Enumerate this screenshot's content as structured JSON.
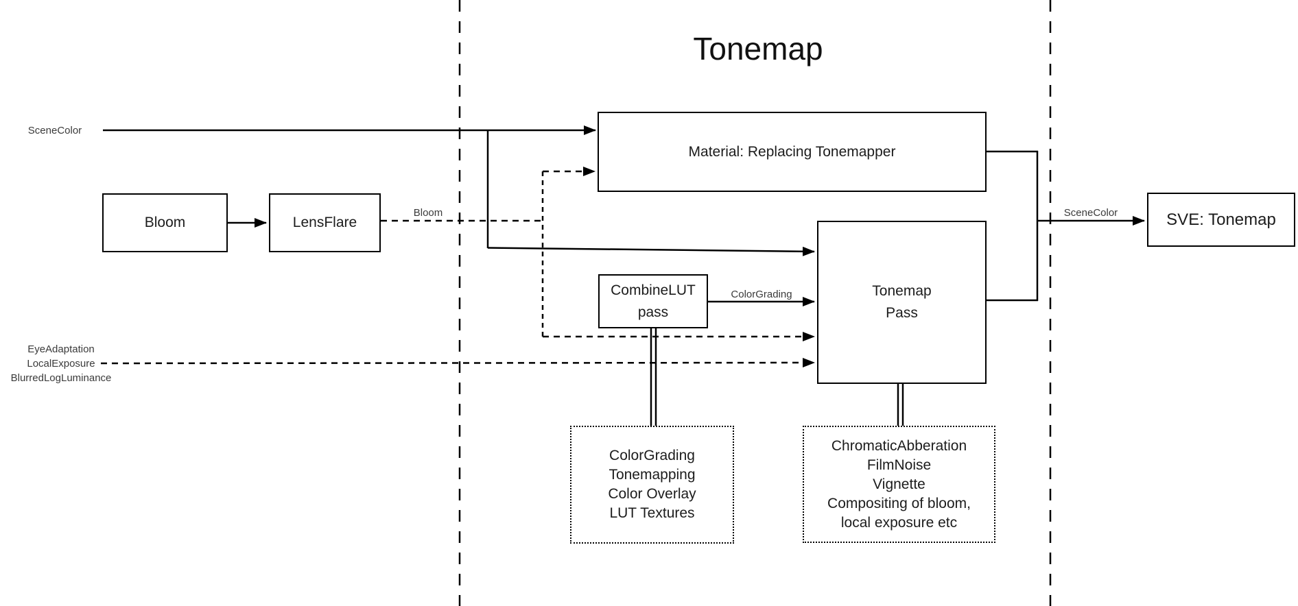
{
  "diagram": {
    "title": "Tonemap",
    "colors": {
      "line": "#000000",
      "background": "#ffffff",
      "text": "#1c1c1c"
    },
    "edge_labels": {
      "scene_color_in": "SceneColor",
      "bloom": "Bloom",
      "color_grading": "ColorGrading",
      "scene_color_out": "SceneColor",
      "eye_adaptation": "EyeAdaptation",
      "local_exposure": "LocalExposure",
      "blurred_log_luminance": "BlurredLogLuminance"
    },
    "nodes": {
      "bloom": {
        "label": "Bloom"
      },
      "lens_flare": {
        "label": "LensFlare"
      },
      "material": {
        "label": "Material: Replacing Tonemapper"
      },
      "combine_lut": {
        "line1": "CombineLUT",
        "line2": "pass"
      },
      "tonemap_pass": {
        "line1": "Tonemap",
        "line2": "Pass"
      },
      "sve": {
        "label": "SVE: Tonemap"
      },
      "lut_details": {
        "lines": [
          "ColorGrading",
          "Tonemapping",
          "Color Overlay",
          "LUT Textures"
        ]
      },
      "tonemap_details": {
        "lines": [
          "ChromaticAbberation",
          "FilmNoise",
          "Vignette",
          "Compositing of bloom,",
          "local exposure etc"
        ]
      }
    }
  }
}
